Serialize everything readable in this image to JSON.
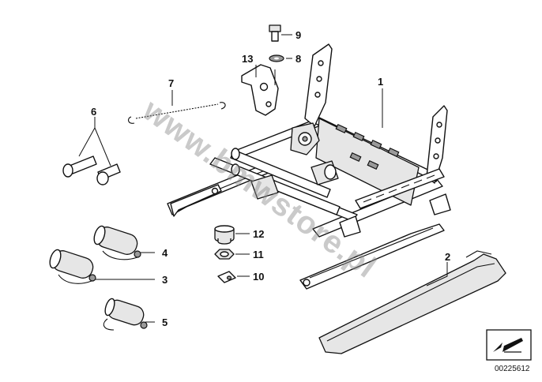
{
  "diagram": {
    "parts": [
      {
        "number": "1",
        "component": "seat-frame"
      },
      {
        "number": "2",
        "component": "rail-cover"
      },
      {
        "number": "3",
        "component": "motor-3"
      },
      {
        "number": "4",
        "component": "motor-4"
      },
      {
        "number": "5",
        "component": "motor-5"
      },
      {
        "number": "6",
        "component": "screws"
      },
      {
        "number": "7",
        "component": "tension-spring"
      },
      {
        "number": "8",
        "component": "washer"
      },
      {
        "number": "9",
        "component": "bolt"
      },
      {
        "number": "10",
        "component": "clip"
      },
      {
        "number": "11",
        "component": "hex-nut"
      },
      {
        "number": "12",
        "component": "rubber-buffer"
      },
      {
        "number": "13",
        "component": "bracket"
      }
    ],
    "watermark": "www.bmwstore.pl",
    "document_number": "00225612"
  }
}
